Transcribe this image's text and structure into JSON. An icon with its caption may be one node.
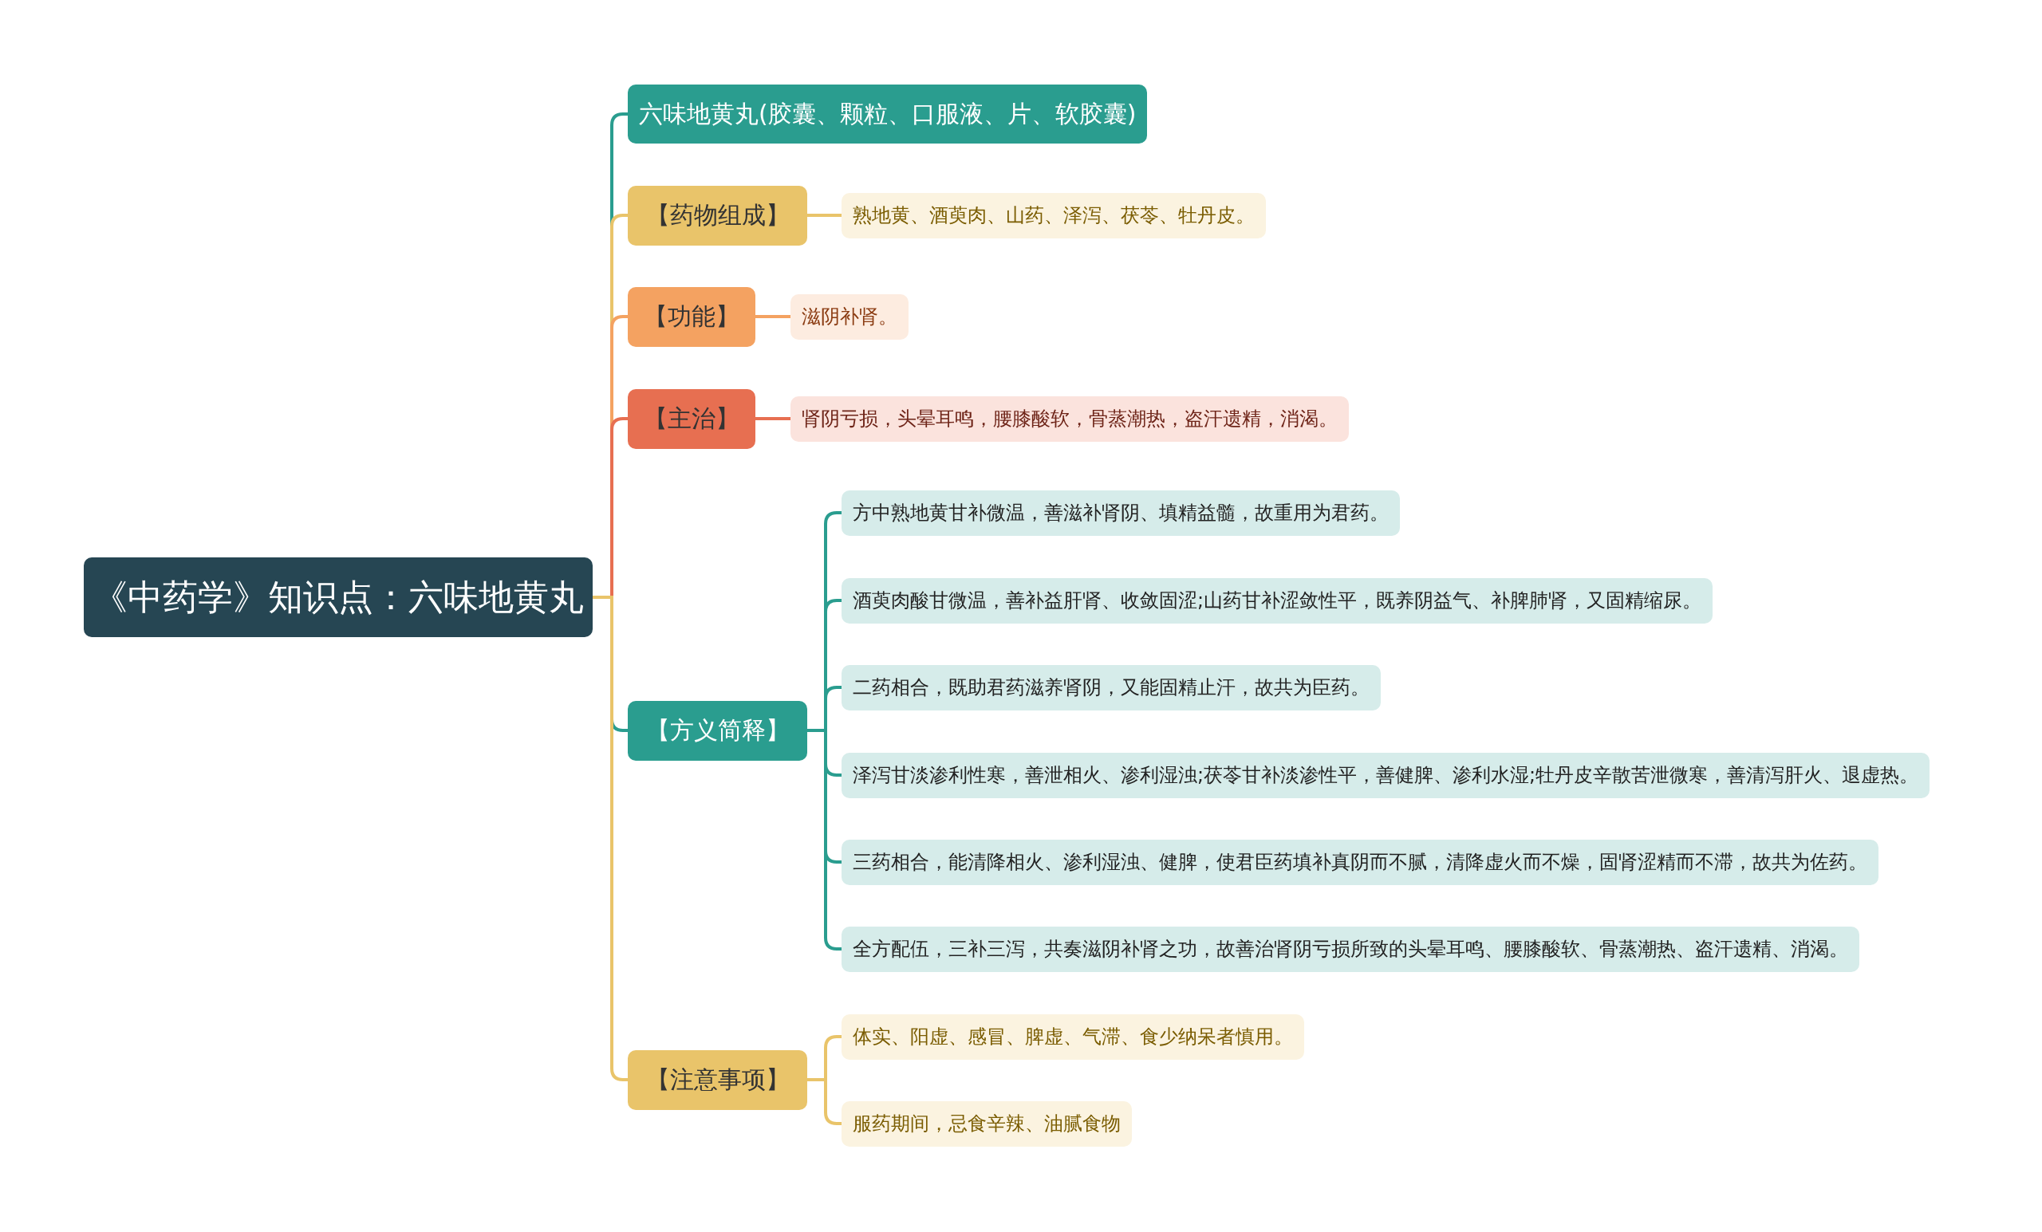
{
  "diagram": {
    "nodes": [
      {
        "text": [
          "《中药学》知识点：六味地黄丸"
        ]
      },
      {
        "text": [
          "六味地黄丸(胶囊、颗粒、口服液、片、软胶囊)"
        ]
      },
      {
        "text": [
          "【药物组成】"
        ]
      },
      {
        "text": [
          "熟地黄、酒萸肉、山药、泽泻、茯苓、牡丹皮。"
        ]
      },
      {
        "text": [
          "【功能】"
        ]
      },
      {
        "text": [
          "滋阴补肾。"
        ]
      },
      {
        "text": [
          "【主治】"
        ]
      },
      {
        "text": [
          "肾阴亏损，头晕耳鸣，腰膝酸软，骨蒸潮热，盗汗遗精，消渴。"
        ]
      },
      {
        "text": [
          "【方义简释】"
        ]
      },
      {
        "text": [
          "方中熟地黄甘补微温，善滋补肾阴、填精益髓，故重用为君药。"
        ]
      },
      {
        "text": [
          "酒萸肉酸甘微温，善补益肝肾、收敛固涩;山药甘补涩敛性平，既养阴益气、补脾肺肾，又固精缩尿。"
        ]
      },
      {
        "text": [
          "二药相合，既助君药滋养肾阴，又能固精止汗，故共为臣药。"
        ]
      },
      {
        "text": [
          "泽泻甘淡渗利性寒，善泄相火、渗利湿浊;茯苓甘补淡渗性平，善健脾、渗利水湿;牡丹皮辛散苦泄微寒，善清泻肝火、退虚热。"
        ]
      },
      {
        "text": [
          "三药相合，能清降相火、渗利湿浊、健脾，使君臣药填补真阴而不腻，清降虚火而不燥，固肾涩精而不滞，故共为佐药。"
        ]
      },
      {
        "text": [
          "全方配伍，三补三泻，共奏滋阴补肾之功，故善治肾阴亏损所致的头晕耳鸣、腰膝酸软、骨蒸潮热、盗汗遗精、消渴。"
        ]
      },
      {
        "text": [
          "【注意事项】"
        ]
      },
      {
        "text": [
          "体实、阳虚、感冒、脾虚、气滞、食少纳呆者慎用。"
        ]
      },
      {
        "text": [
          "服药期间，忌食辛辣、油腻食物"
        ]
      }
    ],
    "edges": [
      {
        "from": 0,
        "to": 1,
        "arrow": "none",
        "color": "#2a9d8f"
      },
      {
        "from": 0,
        "to": 2,
        "arrow": "none",
        "color": "#e9c46a"
      },
      {
        "from": 0,
        "to": 4,
        "arrow": "none",
        "color": "#f4a261"
      },
      {
        "from": 0,
        "to": 6,
        "arrow": "none",
        "color": "#e76f51"
      },
      {
        "from": 0,
        "to": 8,
        "arrow": "none",
        "color": "#2a9d8f"
      },
      {
        "from": 0,
        "to": 15,
        "arrow": "none",
        "color": "#e9c46a"
      },
      {
        "from": 2,
        "to": 3,
        "arrow": "none",
        "color": "#e9c46a"
      },
      {
        "from": 4,
        "to": 5,
        "arrow": "none",
        "color": "#f4a261"
      },
      {
        "from": 6,
        "to": 7,
        "arrow": "none",
        "color": "#e76f51"
      },
      {
        "from": 8,
        "to": 9,
        "arrow": "none",
        "color": "#2a9d8f"
      },
      {
        "from": 8,
        "to": 10,
        "arrow": "none",
        "color": "#2a9d8f"
      },
      {
        "from": 8,
        "to": 11,
        "arrow": "none",
        "color": "#2a9d8f"
      },
      {
        "from": 8,
        "to": 12,
        "arrow": "none",
        "color": "#2a9d8f"
      },
      {
        "from": 8,
        "to": 13,
        "arrow": "none",
        "color": "#2a9d8f"
      },
      {
        "from": 8,
        "to": 14,
        "arrow": "none",
        "color": "#2a9d8f"
      },
      {
        "from": 15,
        "to": 16,
        "arrow": "none",
        "color": "#e9c46a"
      },
      {
        "from": 15,
        "to": 17,
        "arrow": "none",
        "color": "#e9c46a"
      }
    ]
  }
}
